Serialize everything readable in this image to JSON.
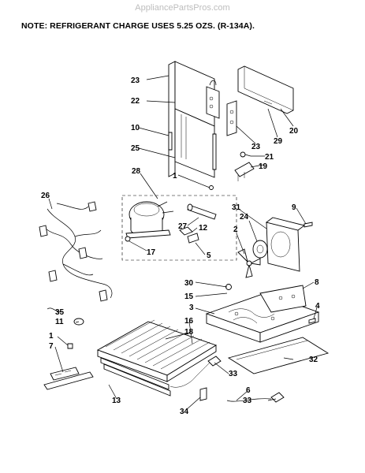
{
  "watermark": "AppliancePartsPros.com",
  "note": "NOTE: REFRIGERANT CHARGE USES 5.25 OZS. (R-134A).",
  "callouts": {
    "c23a": "23",
    "c22": "22",
    "c10": "10",
    "c25": "25",
    "c20": "20",
    "c29": "29",
    "c23b": "23",
    "c21": "21",
    "c19": "19",
    "c28": "28",
    "c1a": "1",
    "c26": "26",
    "c27": "27",
    "c12": "12",
    "c17": "17",
    "c5": "5",
    "c31": "31",
    "c24": "24",
    "c9": "9",
    "c2": "2",
    "c30": "30",
    "c15": "15",
    "c3": "3",
    "c8": "8",
    "c4": "4",
    "c35": "35",
    "c11": "11",
    "c16": "16",
    "c18": "18",
    "c1b": "1",
    "c7": "7",
    "c32": "32",
    "c33a": "33",
    "c13": "13",
    "c6": "6",
    "c33b": "33",
    "c34": "34"
  }
}
